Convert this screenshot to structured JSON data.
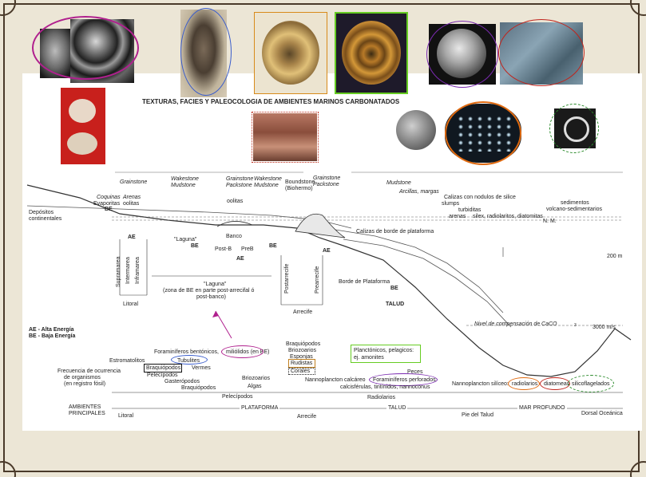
{
  "title": "TEXTURAS, FACIES Y PALEOCOLOGIA DE  AMBIENTES  MARINOS CARBONATADOS",
  "textures": [
    "Grainstone",
    "Wakestone",
    "Mudstone",
    "Grainstone",
    "Packstone",
    "Wakestone",
    "Mudstone",
    "Boundstone",
    "(Biohermo)",
    "Grainstone",
    "Packstone",
    "Mudstone"
  ],
  "facies": {
    "coquinas": "Coquinas",
    "arenas": "Arenas",
    "evaporitas": "Evaporitas",
    "oolitas_a": "oolitas",
    "oolitas_b": "oolitas",
    "arcillas": "Arcillas, margas",
    "calizas_nodulos": "Calizas con nodulos de silice",
    "slumps": "slumps",
    "turbiditas": "turbiditas",
    "arenas2": "arenas",
    "silex": "silex, radiolaritos, diatomitas",
    "sedimentos": "sedimentos",
    "volcano": "volcano-sedimentarios",
    "depositos": "Depósitos",
    "continentales": "continentales",
    "nm": "N. M.",
    "calizas_borde": "Calizas de borde de plataforma",
    "m200": "200 m"
  },
  "zones": {
    "be1": "BE",
    "ae1": "AE",
    "laguna": "\"Laguna\"",
    "be2": "BE",
    "banco": "Banco",
    "postb": "Post-B",
    "preb": "PreB",
    "be3": "BE",
    "ae2": "AE",
    "ae3": "AE",
    "supramarea": "Supramarea",
    "intermarea": "Intermarea",
    "inframarea": "Inframarea",
    "litoral": "Litoral",
    "laguna2": "\"Laguna\"",
    "laguna_desc1": "(zona de BE en parte post-arrecifal ó",
    "laguna_desc2": "post-banco)",
    "postarrecife": "Postarrecife",
    "prearrecife": "Prearrecife",
    "arrecife": "Arrecife",
    "borde": "Borde de Plataforma",
    "be4": "BE",
    "talud": "TALUD",
    "nivel": "Nivel de compensación de CaCO",
    "nivel_sub": "3",
    "m3000": "3000 m/s"
  },
  "legend": {
    "ae": "AE - Alta Energía",
    "be": "BE - Baja Energía"
  },
  "organisms": {
    "foraminiferos": "Foraminíferos bentónicos,",
    "miliolidos": "miliólidos (en BE)",
    "estromatolitos": "Estromatolitos",
    "tubulites": "Tubulites",
    "braquiopodos_box": "Braquiópodos",
    "vermes": "Vermes",
    "pelecipodos1": "Pelecípodos",
    "gasteropodos": "Gasterópodos",
    "braquiopodos2": "Braquiópodos",
    "briozoarios1": "Briozoarios",
    "algas": "Algas",
    "pelecipodos2": "Pelecípodos",
    "braquiopodos3": "Braquiópodos",
    "briozoarios2": "Briozoarios",
    "esponjas": "Esponjas",
    "rudistas": "Rudistas",
    "corales": "Corales",
    "planctonicos": "Planctónicos, pelagicos:",
    "amonites": "ej. amonites",
    "peces": "Peces",
    "nannoplancton_calc": "Nannoplancton calcáreo",
    "foram_perf": "Foraminíferos perforados",
    "calcisferulas": "calcisférulas, tintínidos, nannoconus",
    "radiolarios": "Radiolarios",
    "nannoplancton_sil": "Nannoplancton silíceo:",
    "radiolarios2": "radiolarios",
    "diatomeas": "diatomeas",
    "silicoflagelados": "silicoflagelados"
  },
  "frequency": [
    "Frecuencia de ocurrencia",
    "de organismos",
    "(en registro fósil)"
  ],
  "ambientes": {
    "label1": "AMBIENTES",
    "label2": "PRINCIPALES",
    "litoral": "Litoral",
    "plataforma": "PLATAFORMA",
    "arrecife": "Arrecife",
    "talud": "TALUD",
    "pie_talud": "Pie del Talud",
    "mar_profundo": "MAR PROFUNDO",
    "dorsal": "Dorsal Oceánica"
  },
  "colors": {
    "background": "#ece6d6",
    "sheet": "#ffffff",
    "magenta": "#b0208e",
    "blue": "#3a5dcc",
    "orange": "#d88a1a",
    "green": "#66cc22",
    "purple": "#7a2ab0",
    "red": "#c0241c",
    "gold": "#c08020",
    "dark_green": "#2a8a2a"
  },
  "photo_icons": [
    "foraminifera-photo",
    "trilobite-photo",
    "ammonite-photo",
    "spiral-ammonite-photo",
    "globigerina-photo",
    "spicule-photo",
    "brachiopod-photo",
    "coral-photo",
    "coccolith-photo",
    "diatom-plankton-photo",
    "silicoflagellate-photo"
  ]
}
